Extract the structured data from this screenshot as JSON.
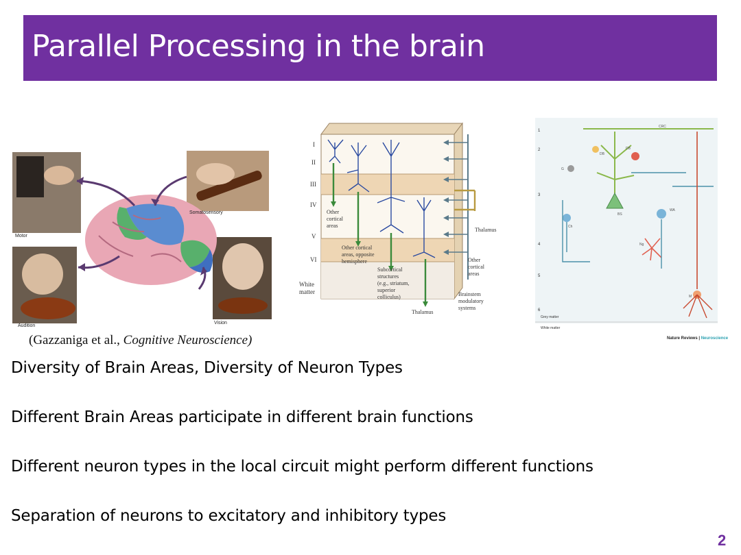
{
  "slide": {
    "title": "Parallel Processing in the brain",
    "caption_prefix": "(Gazzaniga et al., ",
    "caption_italic": "Cognitive Neuroscience)",
    "bullets": [
      "Diversity of Brain Areas, Diversity of Neuron Types",
      "Different Brain Areas participate in different brain functions",
      "Different neuron types in the local circuit might perform different functions",
      "Separation of neurons to excitatory and inhibitory types"
    ],
    "page_number": "2",
    "accent_color": "#7030a0"
  },
  "figure1": {
    "labels": {
      "motor": "Motor",
      "somatosensory": "Somatosensory",
      "audition": "Audition",
      "vision": "Vision"
    }
  },
  "figure2": {
    "layers": [
      "I",
      "II",
      "III",
      "IV",
      "V",
      "VI",
      "White",
      "matter"
    ],
    "labels": {
      "other_cortical": "Other",
      "other_cortical_2": "cortical",
      "other_cortical_3": "areas",
      "other_cortical_areas_opp_1": "Other cortical",
      "other_cortical_areas_opp_2": "areas, opposite",
      "other_cortical_areas_opp_3": "hemisphere",
      "subcortical_1": "Subcortical",
      "subcortical_2": "structures",
      "subcortical_3": "(e.g., striatum,",
      "subcortical_4": "superior",
      "subcortical_5": "colliculus)",
      "thalamus_right": "Thalamus",
      "thalamus_bottom": "Thalamus",
      "other_right_1": "Other",
      "other_right_2": "cortical",
      "other_right_3": "areas",
      "brainstem_1": "Brainstem",
      "brainstem_2": "modulatory",
      "brainstem_3": "systems"
    }
  },
  "figure3": {
    "layer_numbers": [
      "1",
      "2",
      "3",
      "4",
      "5",
      "6"
    ],
    "labels": {
      "circ": "CRC",
      "db1": "DB",
      "db2": "DB",
      "g": "G",
      "ch": "Ch",
      "bs": "BS",
      "wa": "WA",
      "ng": "Ng",
      "m": "M",
      "grey": "Grey matter",
      "white": "White matter",
      "brand_a": "Nature Reviews",
      "brand_sep": " | ",
      "brand_b": "Neuroscience"
    }
  }
}
